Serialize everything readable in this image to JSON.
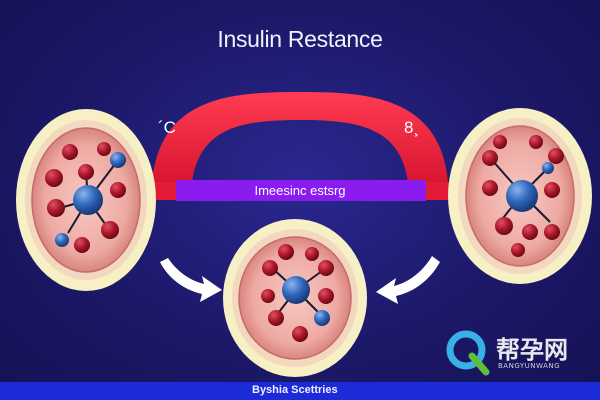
{
  "title": "Insulin Restance",
  "left_label": "´C",
  "right_label": "8¸",
  "bar_label": "Imeesinc estsrg",
  "footer_text": "Byshia Scettries",
  "watermark": {
    "cn": "帮孕网",
    "en": "BANGYUNWANG"
  },
  "colors": {
    "background": "#1c1868",
    "arch": "#e8203a",
    "bar": "#8a1cf0",
    "cell_outer": "#f6f0c4",
    "cell_inner": "#f0b4ae",
    "granule": "#a8152a",
    "nucleus": "#2f66b8",
    "footer": "#1b2bd8"
  },
  "icons": [
    "left-cell-icon",
    "right-cell-icon",
    "bottom-cell-icon",
    "curved-arrow-left-icon",
    "curved-arrow-right-icon",
    "watermark-logo-icon"
  ]
}
